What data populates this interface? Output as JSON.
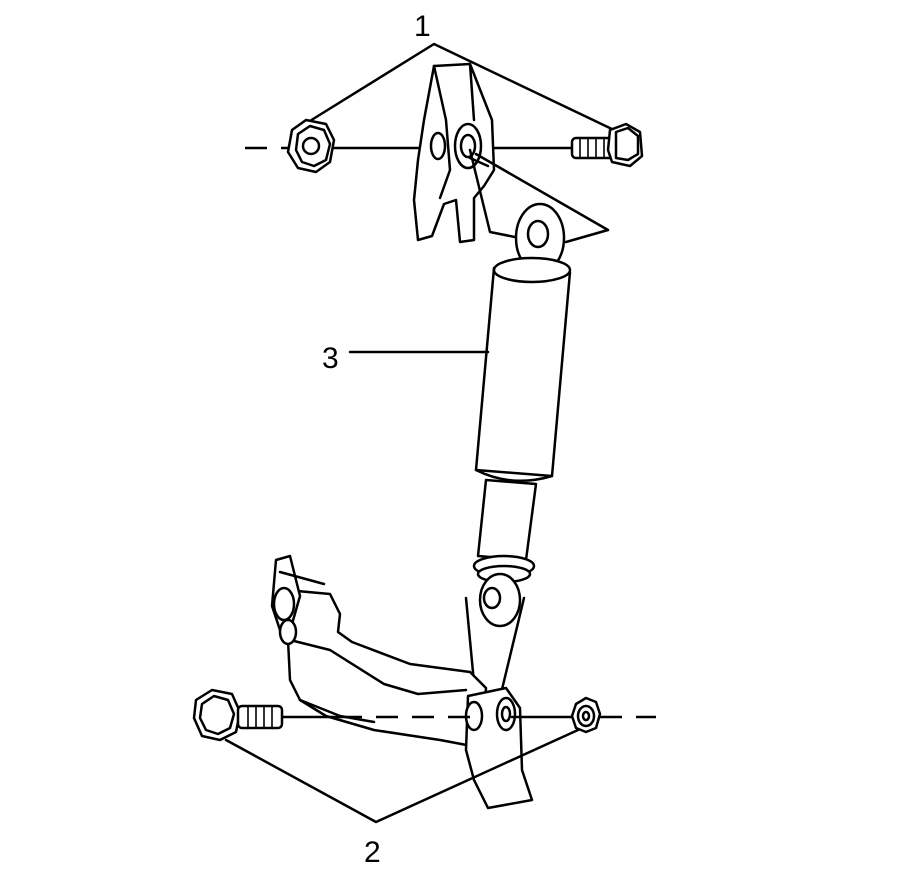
{
  "callouts": {
    "upper_fasteners": "1",
    "lower_fasteners": "2",
    "shock_absorber": "3"
  },
  "colors": {
    "line": "#000000",
    "background": "#ffffff"
  }
}
